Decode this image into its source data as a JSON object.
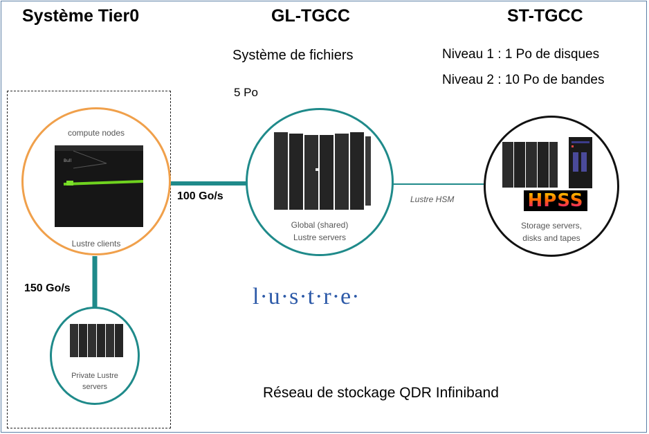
{
  "headers": {
    "tier0": "Système Tier0",
    "gl": "GL-TGCC",
    "st": "ST-TGCC"
  },
  "gl_info": {
    "line1": "Système de fichiers",
    "line2": "5 Po"
  },
  "st_info": {
    "line1": "Niveau 1 : 1 Po de disques",
    "line2": "Niveau 2 : 10 Po de bandes"
  },
  "nodes": {
    "compute_top": "compute nodes",
    "compute_bottom": "Lustre clients",
    "global_line1": "Global (shared)",
    "global_line2": "Lustre servers",
    "storage_line1": "Storage servers,",
    "storage_line2": "disks and tapes",
    "private_line1": "Private Lustre",
    "private_line2": "servers"
  },
  "links": {
    "link_main": "100 Go/s",
    "link_private": "150 Go/s",
    "link_hsm": "Lustre HSM"
  },
  "logos": {
    "lustre": "l·u·s·t·r·e·",
    "hpss": "HPSS"
  },
  "footer": "Réseau de stockage QDR Infiniband",
  "colors": {
    "teal": "#1f8a8a",
    "orange": "#f0a04b",
    "black": "#111111",
    "lustre_blue": "#2d5aa8"
  }
}
